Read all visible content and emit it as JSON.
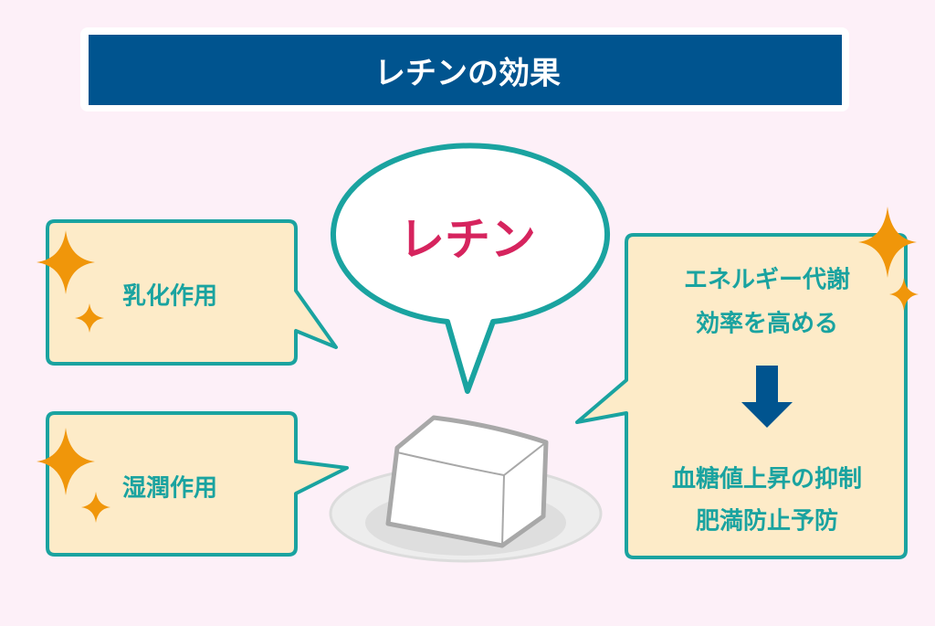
{
  "title": "レチンの効果",
  "center_label": "レチン",
  "effects": {
    "emulsify": "乳化作用",
    "moisturize": "湿潤作用",
    "energy_line1": "エネルギー代謝",
    "energy_line2": "効率を高める",
    "result_line1": "血糖値上昇の抑制",
    "result_line2": "肥満防止予防"
  },
  "colors": {
    "background": "#fdf0f8",
    "navy": "#00548f",
    "teal": "#1aa3a0",
    "cream": "#fdebc8",
    "orange": "#f0960a",
    "pink": "#d6245e"
  }
}
